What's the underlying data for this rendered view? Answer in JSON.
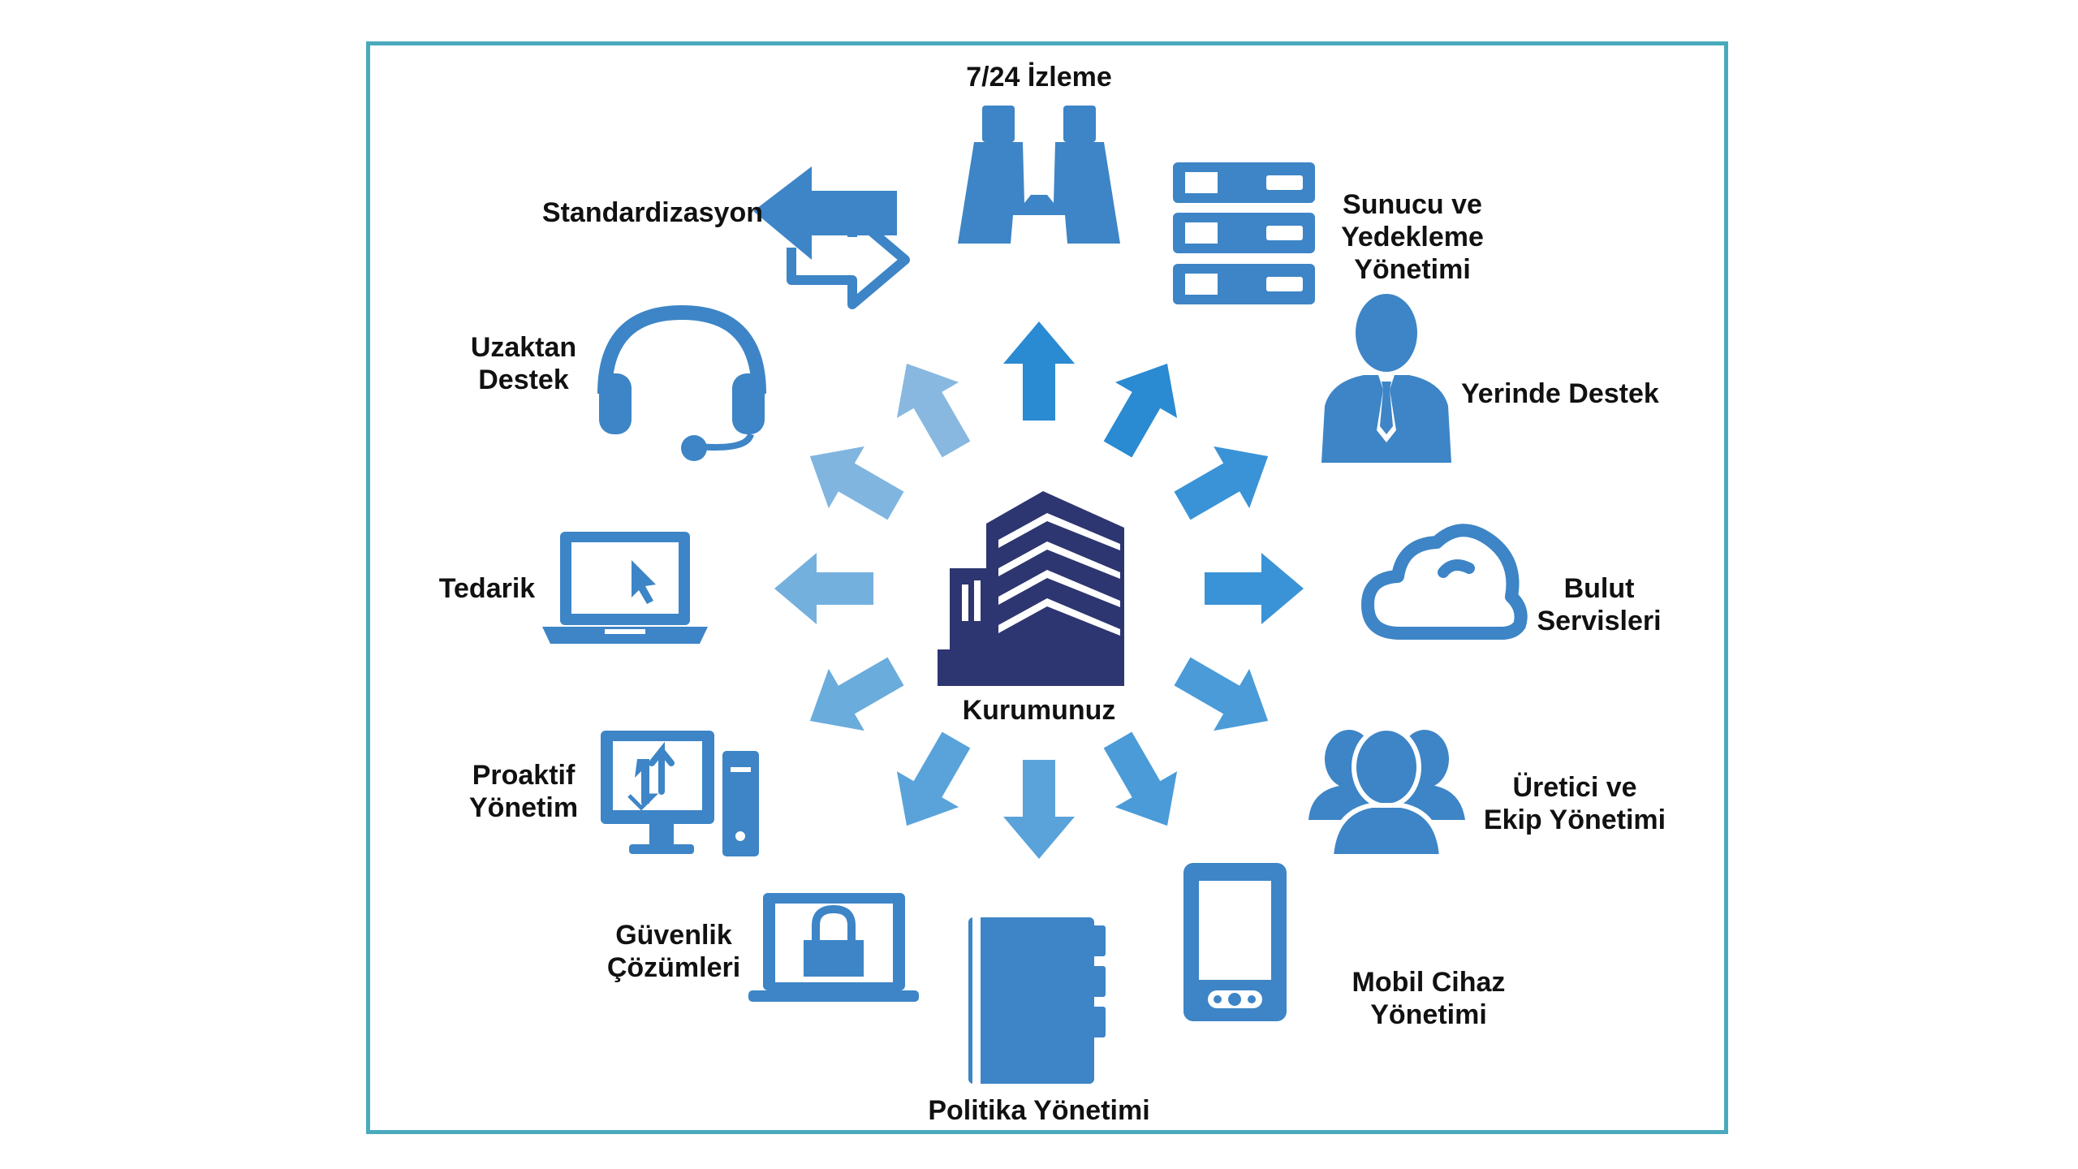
{
  "center": {
    "label": "Kurumunuz"
  },
  "services": {
    "monitoring": {
      "label": "7/24 İzleme",
      "icon": "binoculars-icon"
    },
    "server": {
      "line1": "Sunucu ve",
      "line2": "Yedekleme",
      "line3": "Yönetimi",
      "icon": "server-rack-icon"
    },
    "onsite": {
      "label": "Yerinde Destek",
      "icon": "person-suit-icon"
    },
    "cloud": {
      "line1": "Bulut",
      "line2": "Servisleri",
      "icon": "cloud-icon"
    },
    "vendor": {
      "line1": "Üretici ve",
      "line2": "Ekip Yönetimi",
      "icon": "people-group-icon"
    },
    "mobile": {
      "line1": "Mobil Cihaz",
      "line2": "Yönetimi",
      "icon": "tablet-icon"
    },
    "policy": {
      "label": "Politika Yönetimi",
      "icon": "notebook-icon"
    },
    "security": {
      "line1": "Güvenlik",
      "line2": "Çözümleri",
      "icon": "laptop-lock-icon"
    },
    "proactive": {
      "line1": "Proaktif",
      "line2": "Yönetim",
      "icon": "desktop-sync-icon"
    },
    "procurement": {
      "label": "Tedarik",
      "icon": "laptop-cursor-icon"
    },
    "remote": {
      "line1": "Uzaktan",
      "line2": "Destek",
      "icon": "headset-icon"
    },
    "standard": {
      "label": "Standardizasyon",
      "icon": "exchange-arrows-icon"
    }
  },
  "colors": {
    "border": "#4aaabd",
    "icon": "#3d85c6",
    "building": "#2d3670",
    "arrow_dark": "#2a8ad2",
    "arrow_mid": "#5aa3da",
    "arrow_light": "#88b8e0"
  }
}
